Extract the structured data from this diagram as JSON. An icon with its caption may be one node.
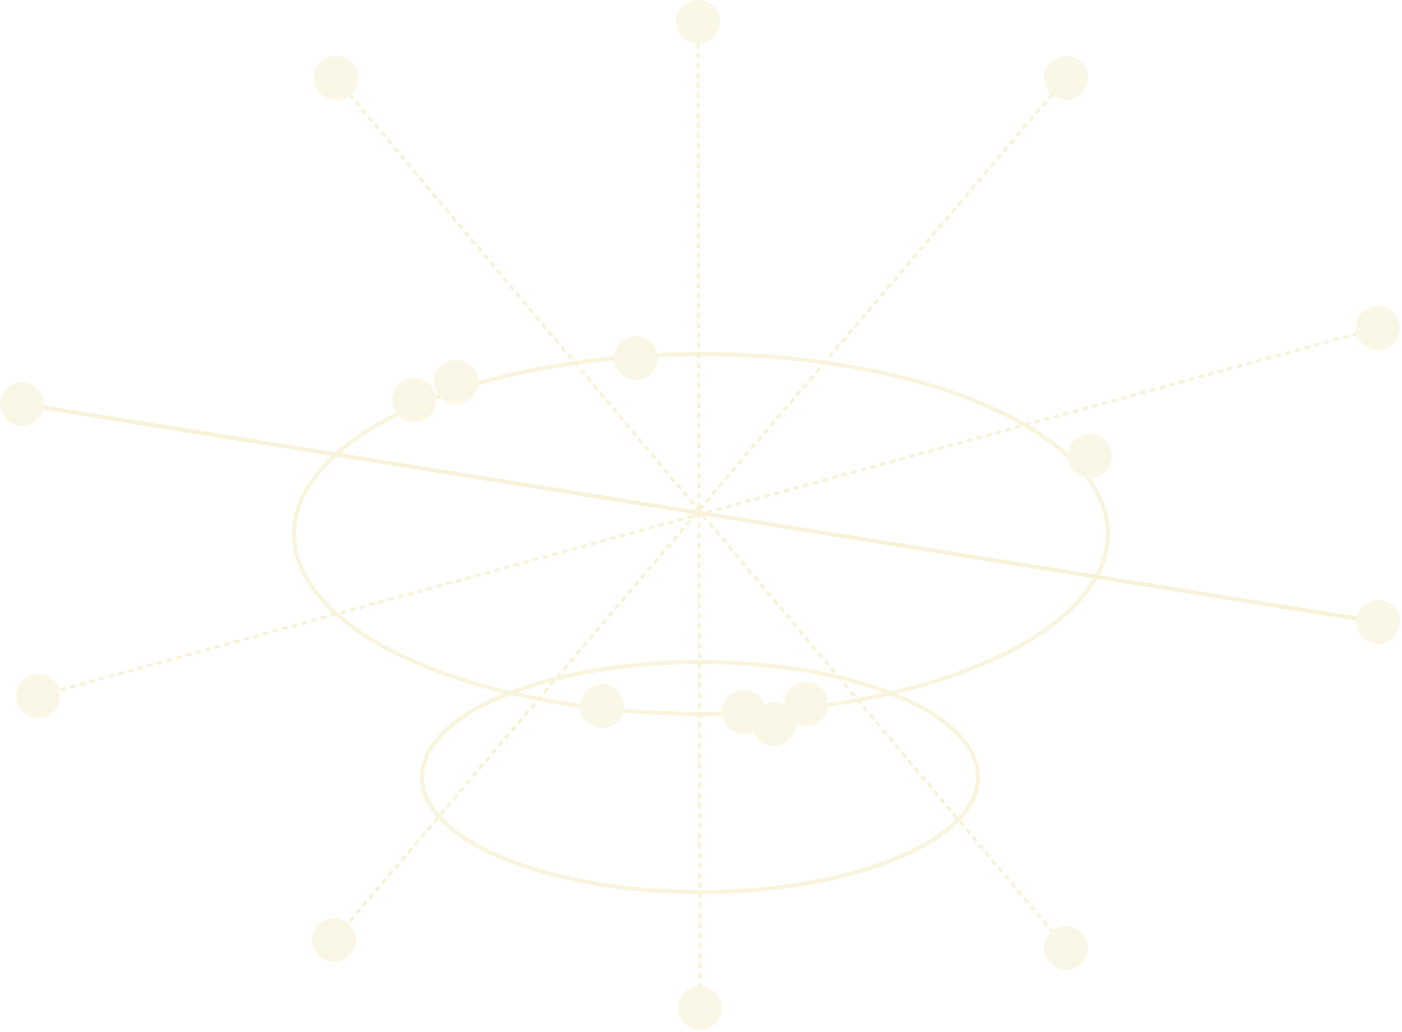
{
  "diagram": {
    "nodes": [
      {
        "text": [],
        "shape": "circle"
      },
      {
        "text": [],
        "shape": "circle"
      },
      {
        "text": [],
        "shape": "circle"
      },
      {
        "text": [],
        "shape": "circle"
      },
      {
        "text": [],
        "shape": "circle"
      },
      {
        "text": [],
        "shape": "circle"
      },
      {
        "text": [],
        "shape": "circle"
      },
      {
        "text": [],
        "shape": "circle"
      },
      {
        "text": [],
        "shape": "circle"
      },
      {
        "text": [],
        "shape": "circle"
      },
      {
        "text": [],
        "shape": "circle"
      },
      {
        "text": [],
        "shape": "circle"
      },
      {
        "text": [],
        "shape": "circle"
      },
      {
        "text": [],
        "shape": "circle"
      },
      {
        "text": [],
        "shape": "circle"
      },
      {
        "text": [],
        "shape": "circle"
      },
      {
        "text": [],
        "shape": "circle"
      },
      {
        "text": [],
        "shape": "circle"
      }
    ],
    "edges": [
      {
        "from": 7,
        "to": 9,
        "arrow": "none"
      },
      {
        "from": 0,
        "to": 17,
        "arrow": "none",
        "style": "dashed"
      },
      {
        "from": 1,
        "to": 16,
        "arrow": "none",
        "style": "dashed"
      },
      {
        "from": 2,
        "to": 15,
        "arrow": "none",
        "style": "dashed"
      },
      {
        "from": 3,
        "to": 10,
        "arrow": "none",
        "style": "dashed"
      }
    ]
  }
}
